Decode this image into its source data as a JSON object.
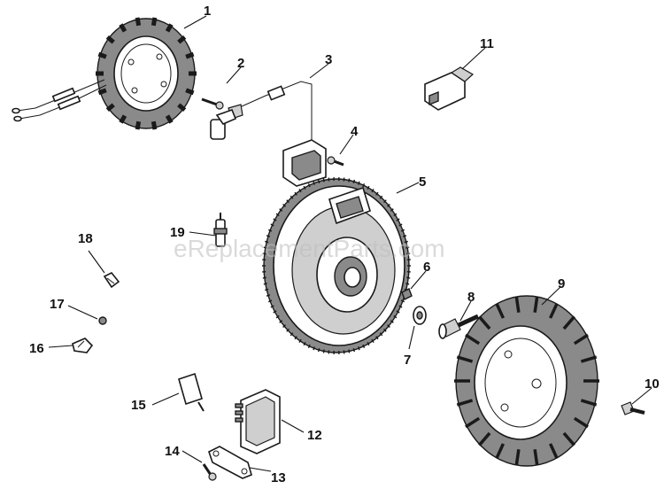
{
  "watermark": "eReplacementParts.com",
  "callouts": [
    "1",
    "2",
    "3",
    "4",
    "5",
    "6",
    "7",
    "8",
    "9",
    "10",
    "11",
    "12",
    "13",
    "14",
    "15",
    "16",
    "17",
    "18",
    "19"
  ]
}
